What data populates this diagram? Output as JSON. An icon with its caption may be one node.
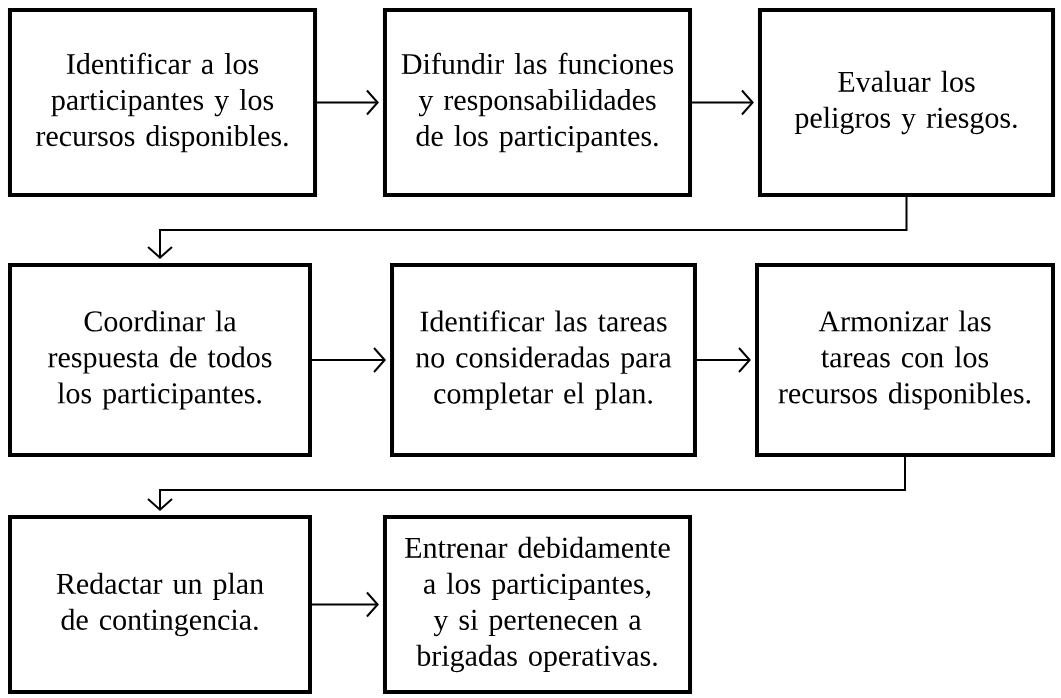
{
  "diagram": {
    "nodes": [
      {
        "text": [
          "Identificar a los participantes y los recursos disponibles."
        ]
      },
      {
        "text": [
          "Difundir las funciones y responsabilidades de los participantes."
        ]
      },
      {
        "text": [
          "Evaluar los peligros y riesgos."
        ]
      },
      {
        "text": [
          "Coordinar la respuesta de todos los participantes."
        ]
      },
      {
        "text": [
          "Identificar las tareas no consideradas para completar el plan."
        ]
      },
      {
        "text": [
          "Armonizar las tareas con los recursos disponibles."
        ]
      },
      {
        "text": [
          "Redactar un plan de contingencia."
        ]
      },
      {
        "text": [
          "Entrenar debidamente a los participantes, y si pertenecen a brigadas operativas."
        ]
      }
    ],
    "edges": [
      {
        "from": 0,
        "to": 1,
        "arrow": "to"
      },
      {
        "from": 1,
        "to": 2,
        "arrow": "to"
      },
      {
        "from": 2,
        "to": 3,
        "arrow": "to"
      },
      {
        "from": 3,
        "to": 4,
        "arrow": "to"
      },
      {
        "from": 4,
        "to": 5,
        "arrow": "to"
      },
      {
        "from": 5,
        "to": 6,
        "arrow": "to"
      },
      {
        "from": 6,
        "to": 7,
        "arrow": "to"
      }
    ]
  }
}
